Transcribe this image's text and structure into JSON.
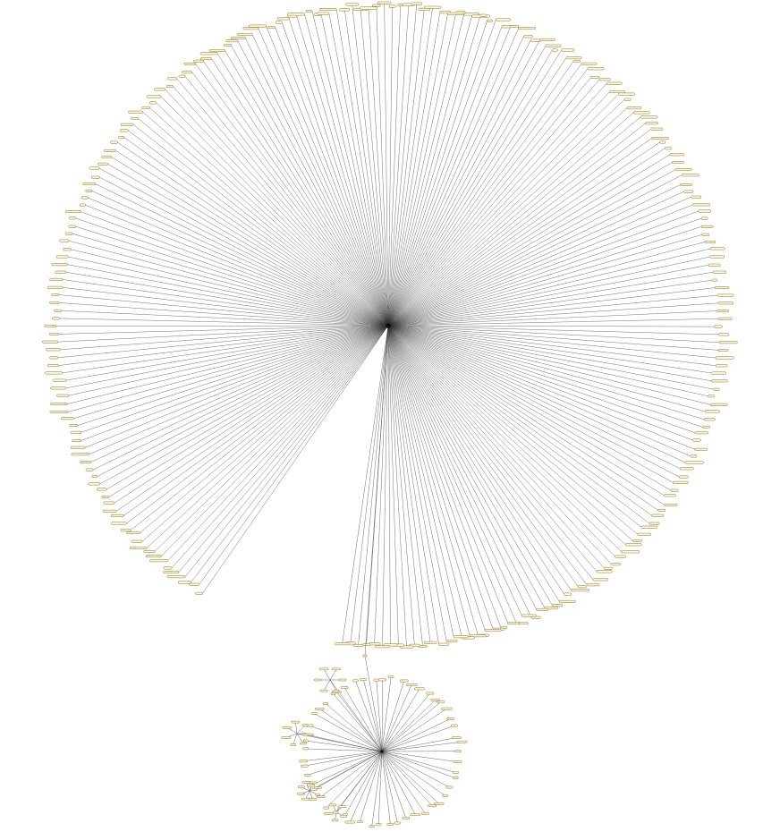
{
  "diagram": {
    "type": "radial-graph",
    "node_style": {
      "fill": "#fffbe6",
      "border": "#8a6d1a",
      "edge": "#333333"
    },
    "main_cluster": {
      "leaf_count": 240,
      "gap": "bottom",
      "labels_legible": false
    },
    "bridge": {
      "has_midpoint_node": true
    },
    "sub_cluster": {
      "leaf_count": 52,
      "has_subclusters": true,
      "labels_legible": false
    }
  }
}
